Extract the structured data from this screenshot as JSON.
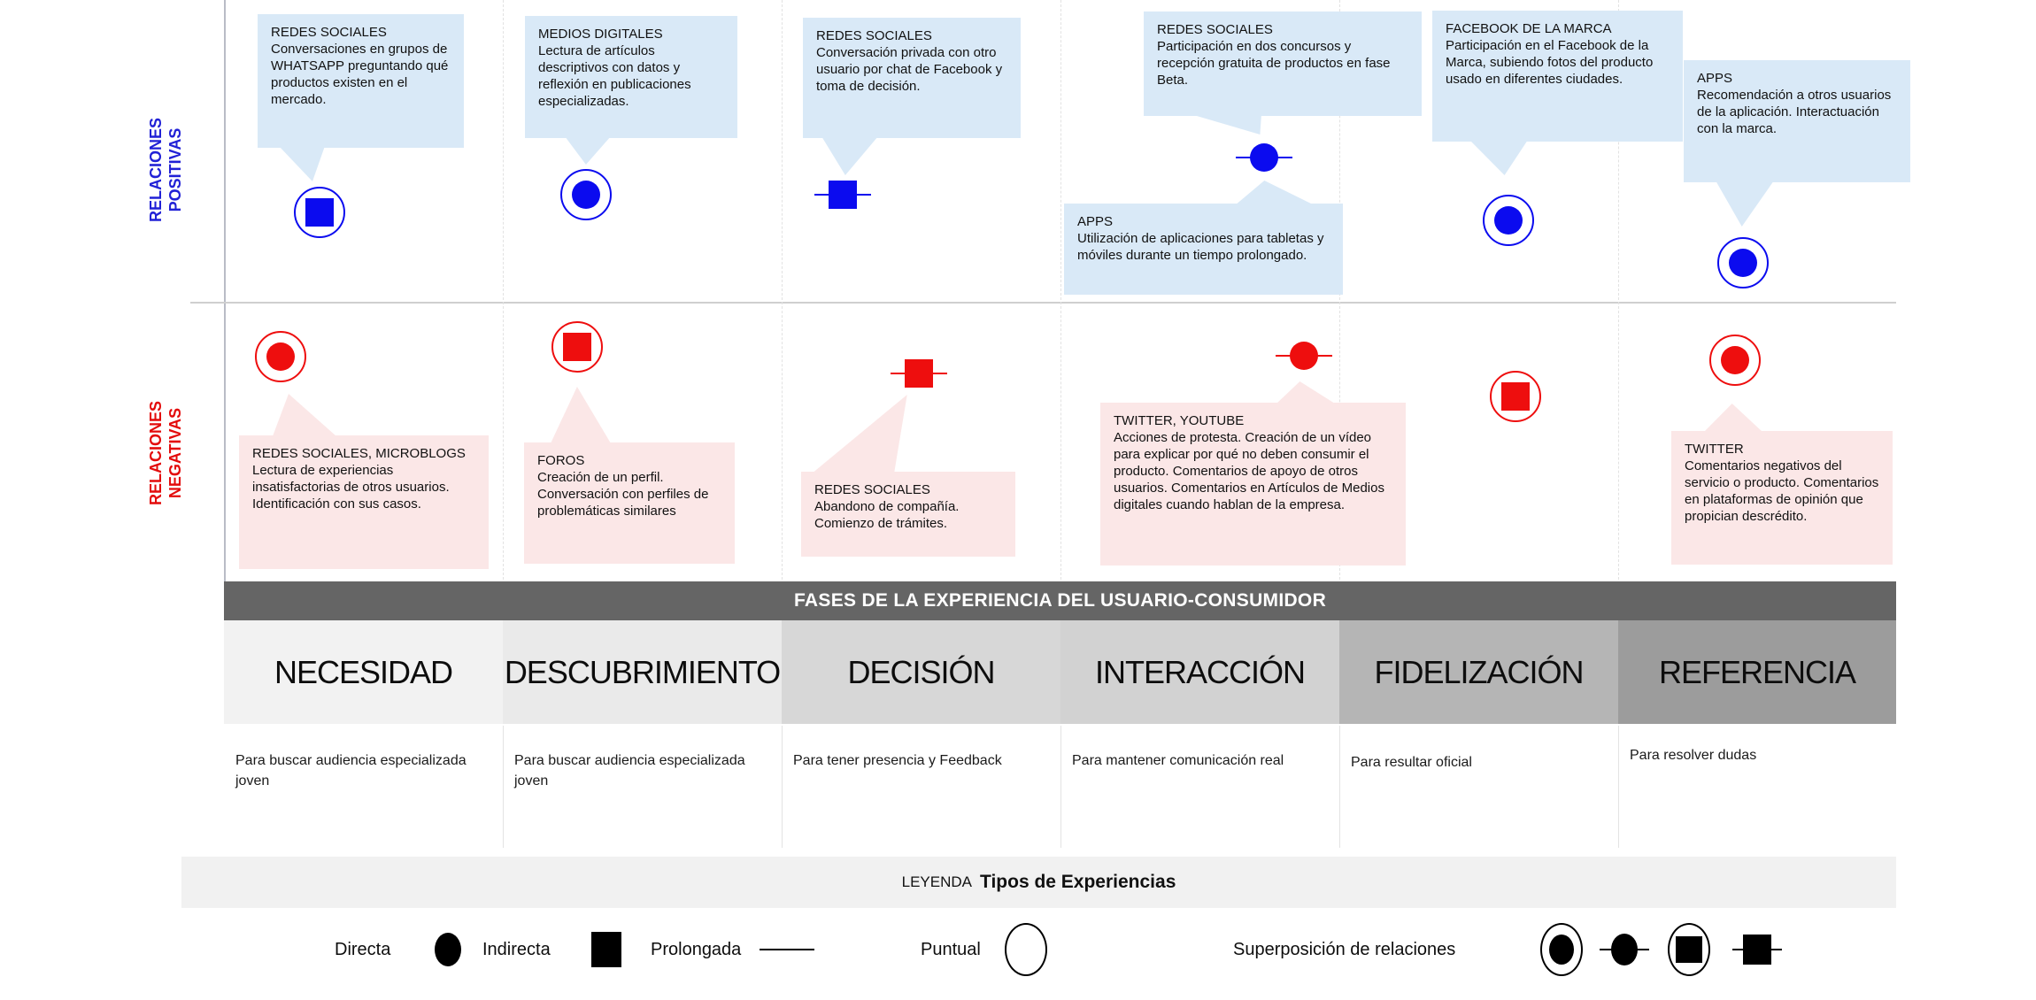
{
  "row_labels": {
    "positive": "RELACIONES POSITIVAS",
    "negative": "RELACIONES NEGATIVAS"
  },
  "positive_bubbles": [
    {
      "title": "REDES SOCIALES",
      "text": "Conversaciones en grupos de WHATSAPP preguntando qué productos existen en el mercado."
    },
    {
      "title": "MEDIOS DIGITALES",
      "text": "Lectura de artículos descriptivos con datos y reflexión en publicaciones especializadas."
    },
    {
      "title": "REDES SOCIALES",
      "text": "Conversación privada con otro usuario por chat de Facebook y toma de decisión."
    },
    {
      "title": "REDES SOCIALES",
      "text": "Participación en dos concursos y recepción gratuita de productos en fase Beta."
    },
    {
      "title": "FACEBOOK DE LA MARCA",
      "text": "Participación en el Facebook de la Marca, subiendo fotos del producto usado en diferentes ciudades."
    },
    {
      "title": "APPS",
      "text": "Recomendación a otros usuarios de la aplicación. Interactuación con la marca."
    },
    {
      "title": "APPS",
      "text": "Utilización de aplicaciones para tabletas y móviles durante un tiempo prolongado."
    }
  ],
  "negative_bubbles": [
    {
      "title": "REDES SOCIALES, MICROBLOGS",
      "text": "Lectura de experiencias insatisfactorias de otros usuarios. Identificación con sus casos."
    },
    {
      "title": "FOROS",
      "text": "Creación de un perfil. Conversación con perfiles de problemáticas similares"
    },
    {
      "title": "REDES SOCIALES",
      "text": "Abandono de compañía. Comienzo de trámites."
    },
    {
      "title": "TWITTER, YOUTUBE",
      "text": "Acciones de protesta. Creación de un vídeo para explicar por qué no deben consumir el producto. Comentarios de apoyo de otros usuarios. Comentarios en Artículos de Medios digitales cuando hablan de la empresa."
    },
    {
      "title": "TWITTER",
      "text": "Comentarios negativos del servicio o producto. Comentarios en plataformas de opinión que propician descrédito."
    }
  ],
  "phases_bar_title": "FASES DE LA EXPERIENCIA DEL USUARIO-CONSUMIDOR",
  "phases": [
    {
      "name": "NECESIDAD",
      "note": "Para buscar audiencia especializada joven",
      "bg": "#f2f2f2"
    },
    {
      "name": "DESCUBRIMIENTO",
      "note": "Para buscar audiencia especializada joven",
      "bg": "#eaeaea"
    },
    {
      "name": "DECISIÓN",
      "note": "Para tener presencia y Feedback",
      "bg": "#d7d7d7"
    },
    {
      "name": "INTERACCIÓN",
      "note": "Para mantener comunicación real",
      "bg": "#d2d2d2"
    },
    {
      "name": "FIDELIZACIÓN",
      "note": "Para resultar oficial",
      "bg": "#b5b5b5"
    },
    {
      "name": "REFERENCIA",
      "note": "Para resolver dudas",
      "bg": "#9c9c9c"
    }
  ],
  "legend": {
    "prefix": "LEYENDA",
    "title": "Tipos de Experiencias",
    "items": [
      {
        "label": "Directa",
        "icon": "filled-circle"
      },
      {
        "label": "Indirecta",
        "icon": "filled-square"
      },
      {
        "label": "Prolongada",
        "icon": "horizontal-line"
      },
      {
        "label": "Puntual",
        "icon": "open-circle"
      },
      {
        "label": "Superposición de relaciones",
        "icons": [
          "circle-in-ring",
          "circle-with-line",
          "square-in-ring",
          "square-with-line"
        ]
      }
    ]
  },
  "markers": {
    "positive": [
      "square-in-ring",
      "circle-in-ring",
      "square-with-line",
      "circle-with-line",
      "circle-in-ring",
      "circle-in-ring"
    ],
    "negative": [
      "circle-in-ring",
      "square-in-ring",
      "square-with-line",
      "circle-with-line",
      "square-in-ring",
      "circle-in-ring"
    ]
  },
  "colors": {
    "positive_blue": "#0b0bef",
    "negative_red": "#ee0e0e",
    "bubble_positive_bg": "#d9e9f7",
    "bubble_negative_bg": "#fbe7e7",
    "phases_bar_bg": "#656565",
    "legend_bar_bg": "#f1f1f1"
  }
}
